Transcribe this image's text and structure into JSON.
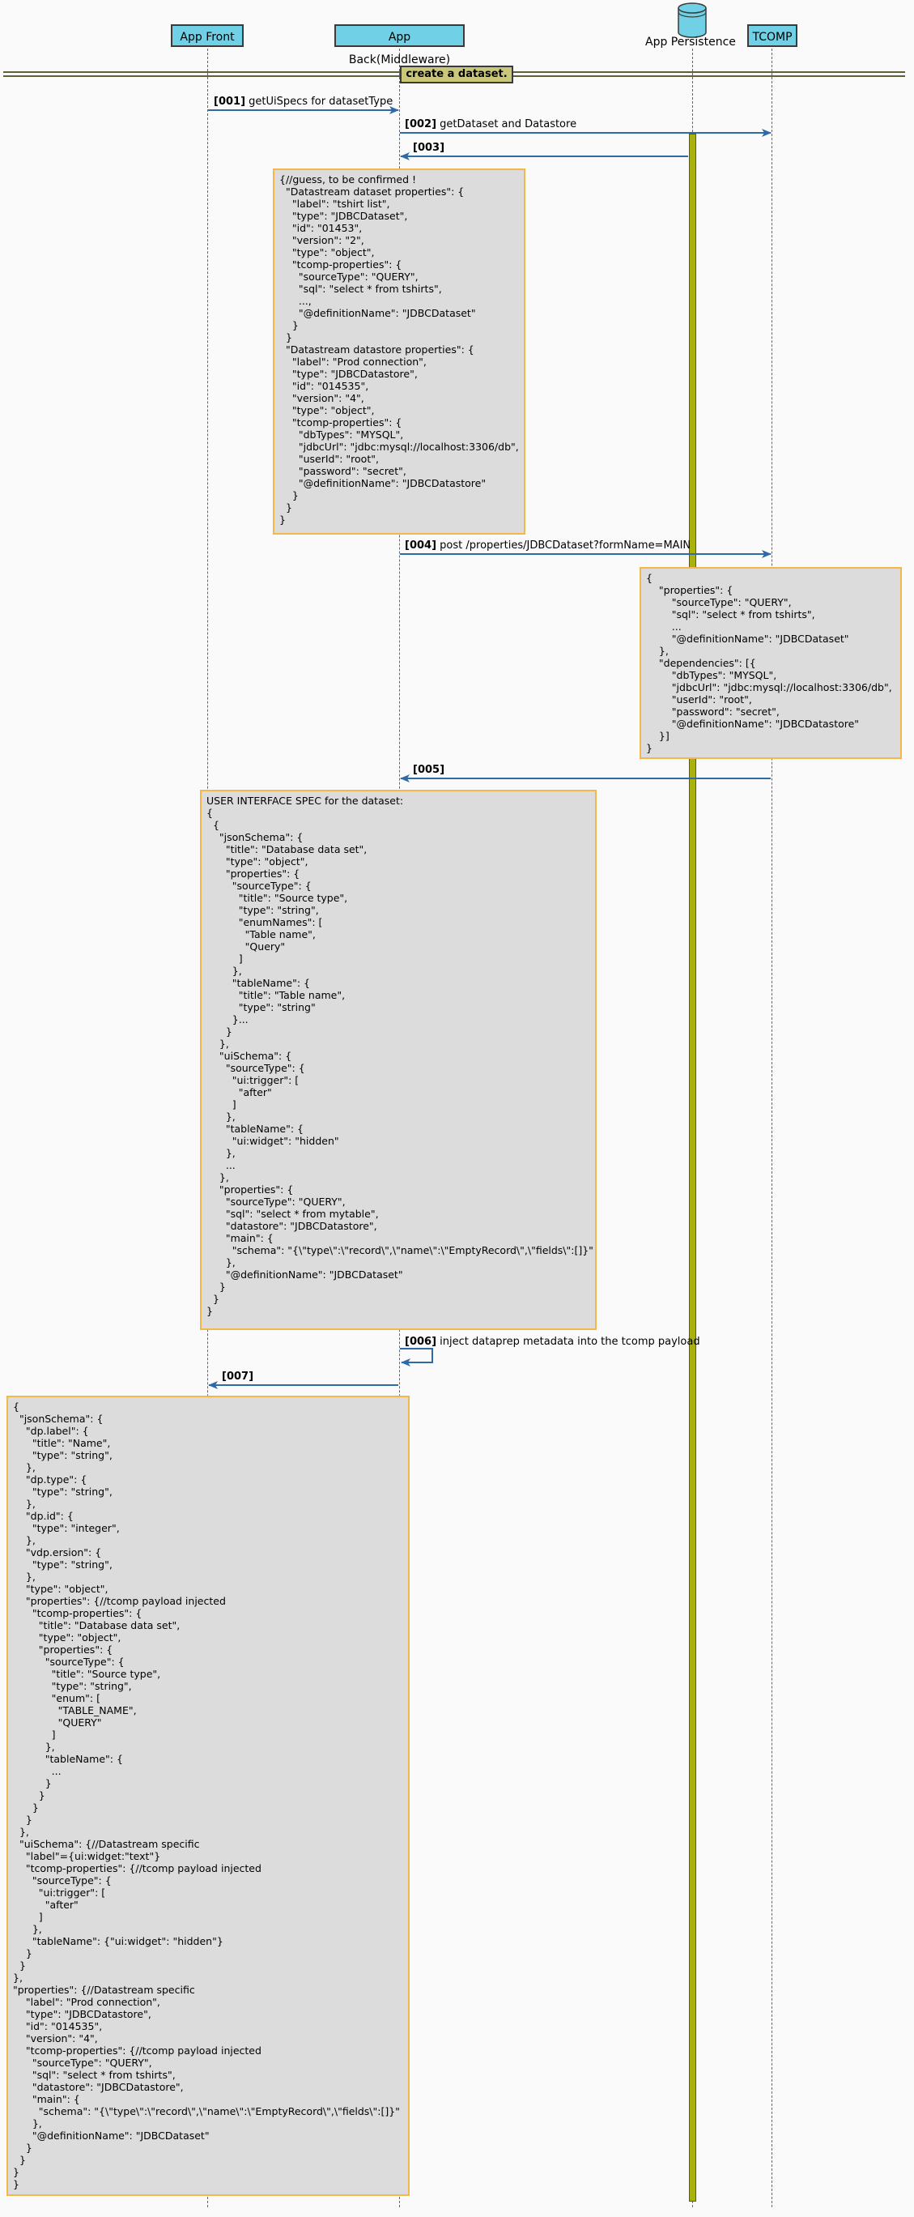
{
  "participants": {
    "front": "App Front",
    "back": "App Back(Middleware)",
    "persistence": "App Persistence",
    "tcomp": "TCOMP"
  },
  "group_label": "create a dataset.",
  "messages": {
    "m001": {
      "num": "[001]",
      "text": "getUiSpecs for datasetType"
    },
    "m002": {
      "num": "[002]",
      "text": "getDataset and Datastore"
    },
    "m003": {
      "num": "[003]",
      "text": ""
    },
    "m004": {
      "num": "[004]",
      "text": "post /properties/JDBCDataset?formName=MAIN"
    },
    "m005": {
      "num": "[005]",
      "text": ""
    },
    "m006": {
      "num": "[006]",
      "text": "inject dataprep metadata into the tcomp payload"
    },
    "m007": {
      "num": "[007]",
      "text": ""
    }
  },
  "notes": {
    "note1": "{//guess, to be confirmed !\n  \"Datastream dataset properties\": {\n    \"label\": \"tshirt list\",\n    \"type\": \"JDBCDataset\",\n    \"id\": \"01453\",\n    \"version\": \"2\",\n    \"type\": \"object\",\n    \"tcomp-properties\": {\n      \"sourceType\": \"QUERY\",\n      \"sql\": \"select * from tshirts\",\n      ...,\n      \"@definitionName\": \"JDBCDataset\"\n    }\n  }\n  \"Datastream datastore properties\": {\n    \"label\": \"Prod connection\",\n    \"type\": \"JDBCDatastore\",\n    \"id\": \"014535\",\n    \"version\": \"4\",\n    \"type\": \"object\",\n    \"tcomp-properties\": {\n      \"dbTypes\": \"MYSQL\",\n      \"jdbcUrl\": \"jdbc:mysql://localhost:3306/db\",\n      \"userId\": \"root\",\n      \"password\": \"secret\",\n      \"@definitionName\": \"JDBCDatastore\"\n    }\n  }\n}",
    "note2": "{\n    \"properties\": {\n        \"sourceType\": \"QUERY\",\n        \"sql\": \"select * from tshirts\",\n        ...\n        \"@definitionName\": \"JDBCDataset\"\n    },\n    \"dependencies\": [{\n        \"dbTypes\": \"MYSQL\",\n        \"jdbcUrl\": \"jdbc:mysql://localhost:3306/db\",\n        \"userId\": \"root\",\n        \"password\": \"secret\",\n        \"@definitionName\": \"JDBCDatastore\"\n    }]\n}",
    "note3": "USER INTERFACE SPEC for the dataset:\n{\n  {\n    \"jsonSchema\": {\n      \"title\": \"Database data set\",\n      \"type\": \"object\",\n      \"properties\": {\n        \"sourceType\": {\n          \"title\": \"Source type\",\n          \"type\": \"string\",\n          \"enumNames\": [\n            \"Table name\",\n            \"Query\"\n          ]\n        },\n        \"tableName\": {\n          \"title\": \"Table name\",\n          \"type\": \"string\"\n        }...\n      }\n    },\n    \"uiSchema\": {\n      \"sourceType\": {\n        \"ui:trigger\": [\n          \"after\"\n        ]\n      },\n      \"tableName\": {\n        \"ui:widget\": \"hidden\"\n      },\n      ...\n    },\n    \"properties\": {\n      \"sourceType\": \"QUERY\",\n      \"sql\": \"select * from mytable\",\n      \"datastore\": \"JDBCDatastore\",\n      \"main\": {\n        \"schema\": \"{\\\"type\\\":\\\"record\\\",\\\"name\\\":\\\"EmptyRecord\\\",\\\"fields\\\":[]}\"\n      },\n      \"@definitionName\": \"JDBCDataset\"\n    }\n  }\n}",
    "note4": "{\n  \"jsonSchema\": {\n    \"dp.label\": {\n      \"title\": \"Name\",\n      \"type\": \"string\",\n    },\n    \"dp.type\": {\n      \"type\": \"string\",\n    },\n    \"dp.id\": {\n      \"type\": \"integer\",\n    },\n    \"vdp.ersion\": {\n      \"type\": \"string\",\n    },\n    \"type\": \"object\",\n    \"properties\": {//tcomp payload injected\n      \"tcomp-properties\": {\n        \"title\": \"Database data set\",\n        \"type\": \"object\",\n        \"properties\": {\n          \"sourceType\": {\n            \"title\": \"Source type\",\n            \"type\": \"string\",\n            \"enum\": [\n              \"TABLE_NAME\",\n              \"QUERY\"\n            ]\n          },\n          \"tableName\": {\n            ...\n          }\n        }\n      }\n    }\n  },\n  \"uiSchema\": {//Datastream specific\n    \"label\"={ui:widget:\"text\"}\n    \"tcomp-properties\": {//tcomp payload injected\n      \"sourceType\": {\n        \"ui:trigger\": [\n          \"after\"\n        ]\n      },\n      \"tableName\": {\"ui:widget\": \"hidden\"}\n    }\n  }\n},\n\"properties\": {//Datastream specific\n    \"label\": \"Prod connection\",\n    \"type\": \"JDBCDatastore\",\n    \"id\": \"014535\",\n    \"version\": \"4\",\n    \"tcomp-properties\": {//tcomp payload injected\n      \"sourceType\": \"QUERY\",\n      \"sql\": \"select * from tshirts\",\n      \"datastore\": \"JDBCDatastore\",\n      \"main\": {\n        \"schema\": \"{\\\"type\\\":\\\"record\\\",\\\"name\\\":\\\"EmptyRecord\\\",\\\"fields\\\":[]}\"\n      },\n      \"@definitionName\": \"JDBCDataset\"\n    }\n  }\n}\n}"
  },
  "colors": {
    "participant_fill": "#6fd0e6",
    "arrow": "#2f6aa8",
    "note_fill": "#dcdcdc",
    "note_border": "#f7b64a",
    "activation": "#a9b10f",
    "group_label_fill": "#c9c77a"
  }
}
